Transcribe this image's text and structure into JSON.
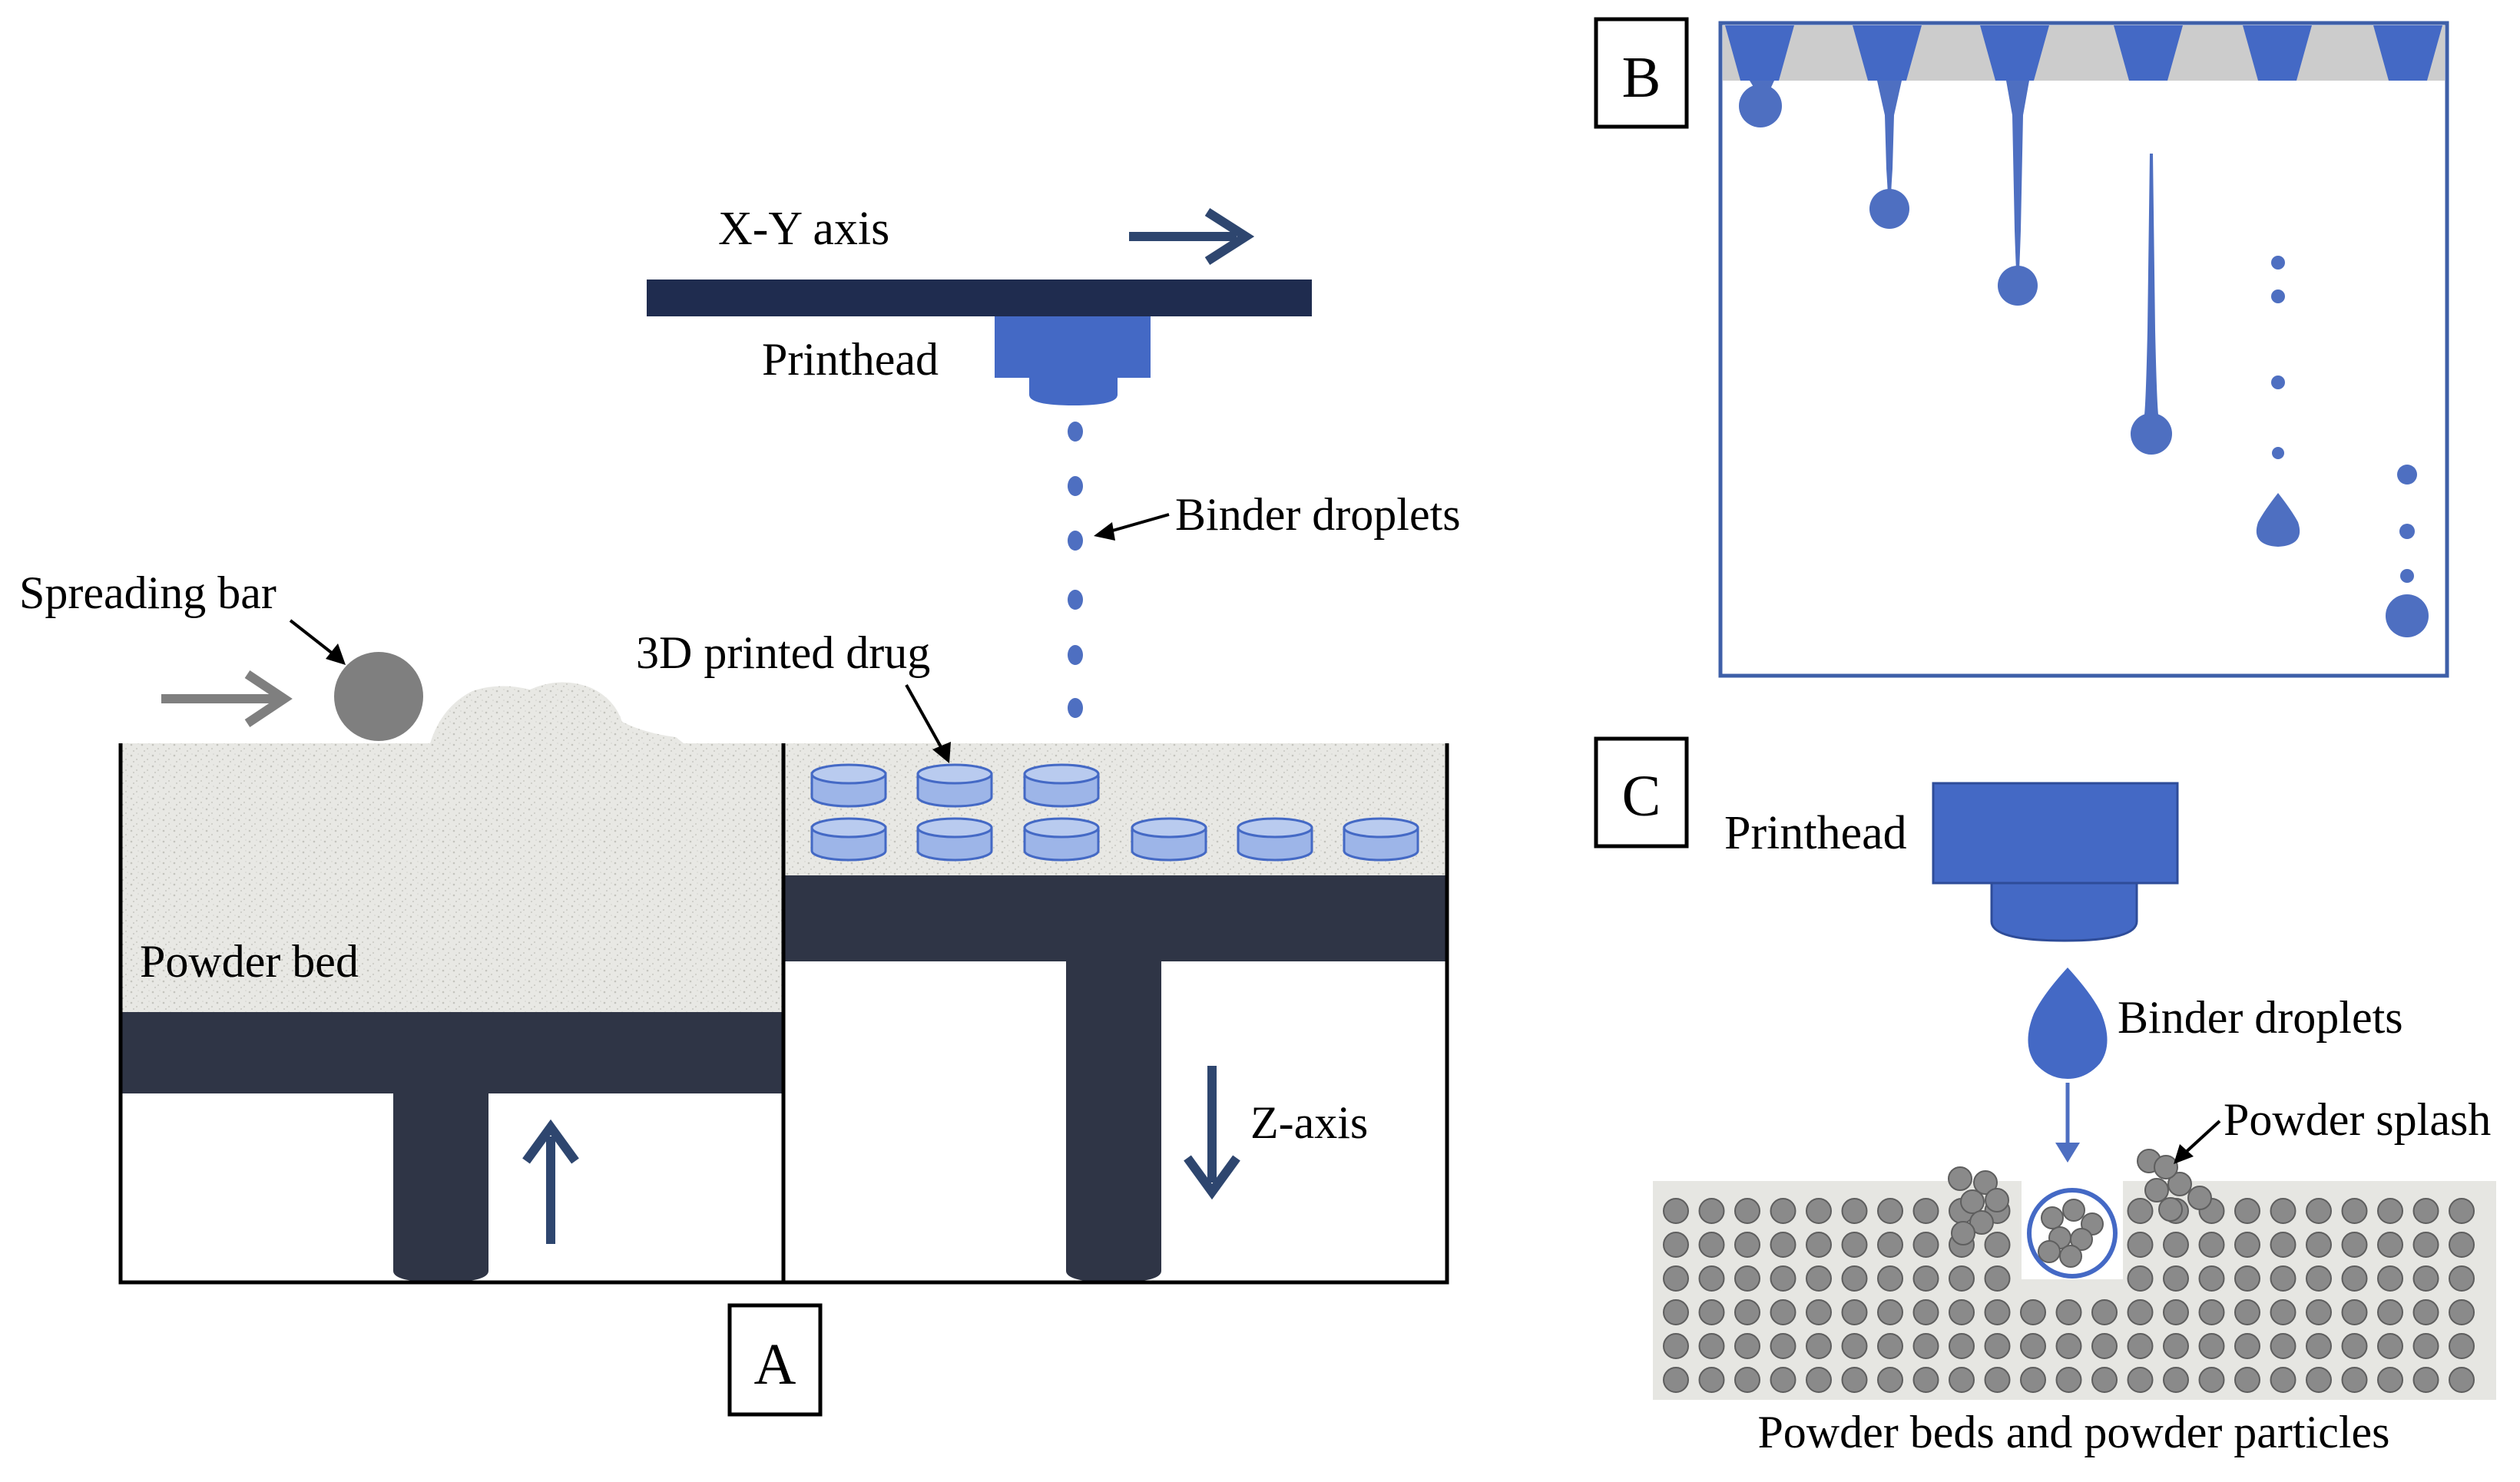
{
  "panel_a": {
    "letter": "A",
    "xy_axis_label": "X-Y axis",
    "printhead_label": "Printhead",
    "binder_label": "Binder droplets",
    "spreading_bar_label": "Spreading bar",
    "printed_drug_label": "3D printed drug",
    "powder_bed_label": "Powder bed",
    "z_axis_label": "Z-axis"
  },
  "panel_b": {
    "letter": "B"
  },
  "panel_c": {
    "letter": "C",
    "printhead_label": "Printhead",
    "binder_label": "Binder droplets",
    "splash_label": "Powder splash",
    "caption": "Powder beds and powder particles"
  },
  "colors": {
    "dark_navy": "#1F2C4F",
    "bed_dark": "#2F3546",
    "printhead_blue": "#4469C5",
    "droplet_blue": "#4E6FC1",
    "tablet_blue": "#9DB5E8",
    "spreader_gray": "#7F7F7F",
    "powder_bg": "#E6E6E2",
    "particle_gray": "#8A8A8A"
  }
}
